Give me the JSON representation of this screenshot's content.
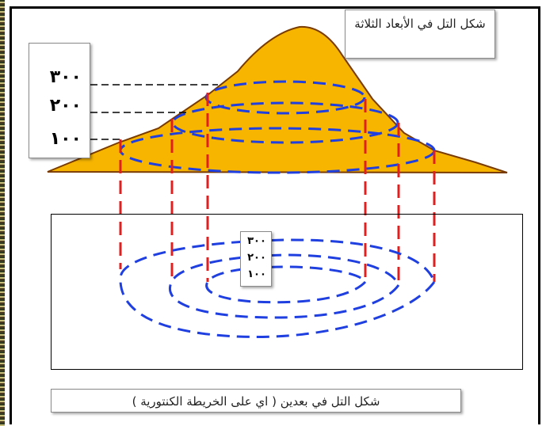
{
  "title": "شكل التل في الأبعاد الثلاثة",
  "caption": "شكل التل في بعدين ( اي على الخريطة الكنتورية )",
  "contour_levels": [
    "٣٠٠",
    "٢٠٠",
    "١٠٠"
  ],
  "colors": {
    "hill_fill": "#f7b500",
    "contour_line": "#1f3fe0",
    "projection_line": "#e02020",
    "leader_line": "#000000"
  }
}
